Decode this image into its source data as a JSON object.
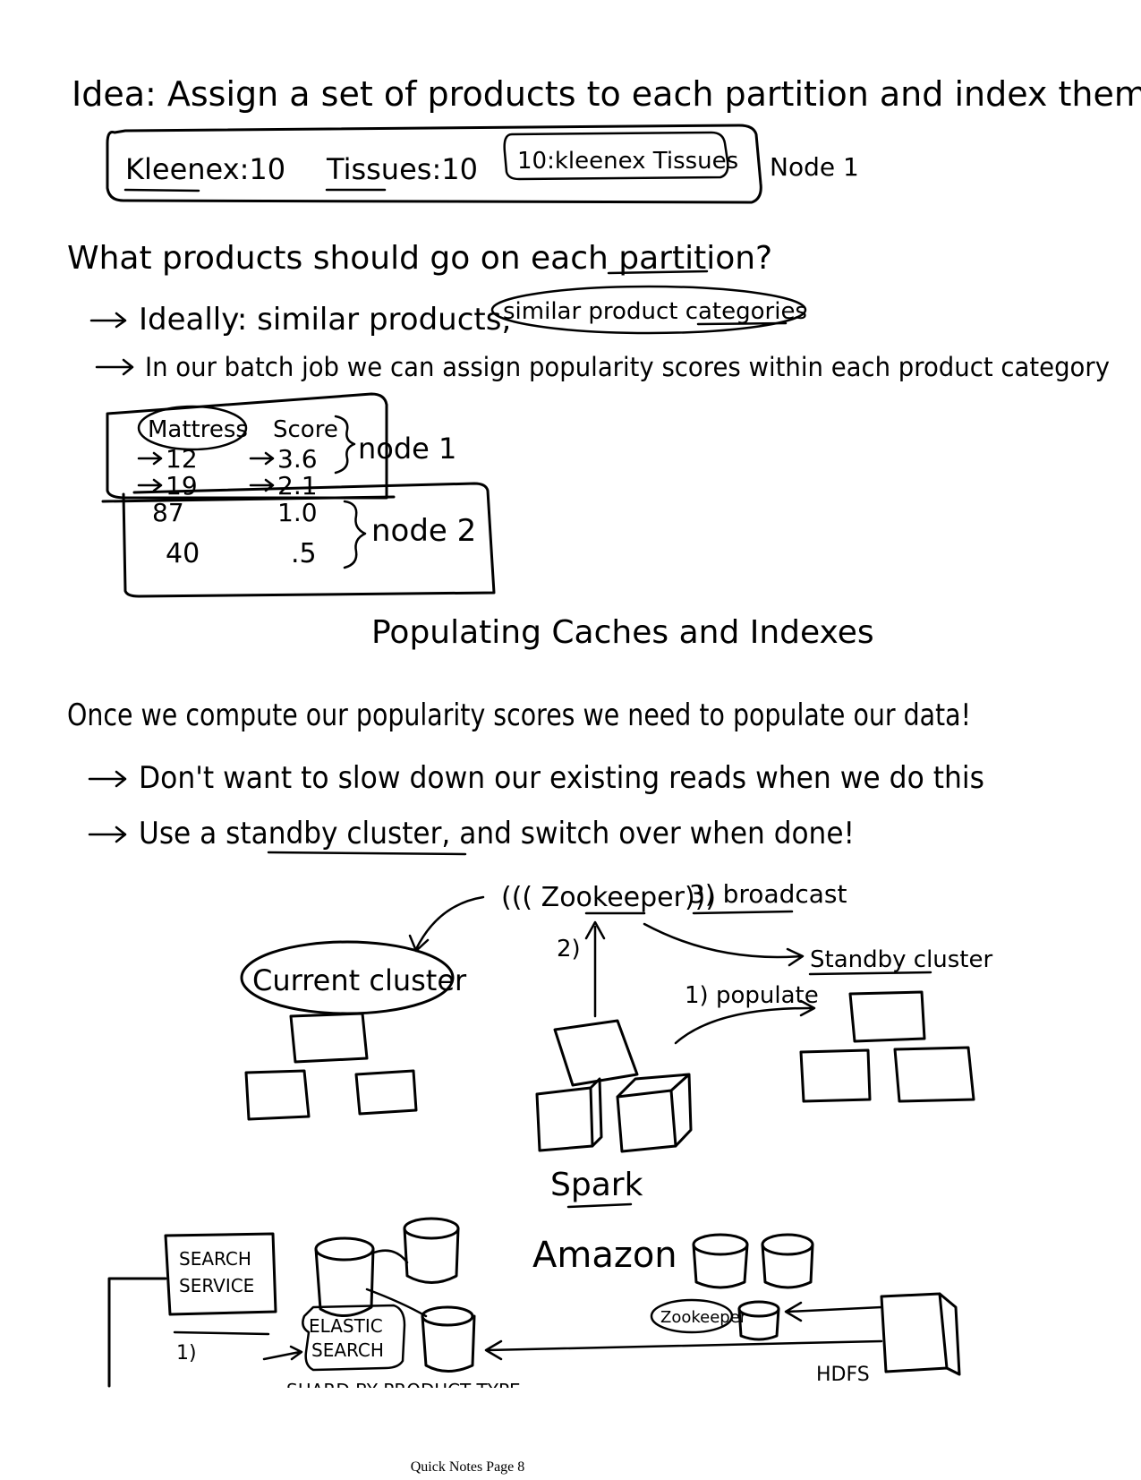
{
  "section1": {
    "idea": "Idea: Assign a set of products to each partition and index them",
    "box_items": [
      "Kleenex:10",
      "Tissues:10",
      "10:kleenex Tissues"
    ],
    "node_label": "Node 1"
  },
  "section2": {
    "question": "What products should go on each partition?",
    "bullet1_prefix": "Ideally: similar products,",
    "bullet1_circled": "similar product categories",
    "bullet2": "In our batch job we can assign popularity scores within each product category",
    "table": {
      "col1": "Mattress",
      "col2": "Score",
      "rows": [
        {
          "a": "12",
          "b": "3.6"
        },
        {
          "a": "19",
          "b": "2.1"
        },
        {
          "a": "87",
          "b": "1.0"
        },
        {
          "a": "40",
          "b": ".5"
        }
      ],
      "node1": "node 1",
      "node2": "node 2"
    }
  },
  "section3": {
    "title": "Populating Caches and Indexes",
    "intro": "Once we compute our popularity scores we need to populate our data!",
    "bullet1": "Don't want to slow down our existing reads when we do this",
    "bullet2": "Use a standby cluster, and switch over when done!"
  },
  "diagram": {
    "zookeeper": "((( Zookeeper)))",
    "broadcast": "3) broadcast",
    "step2": "2)",
    "current_cluster": "Current cluster",
    "standby_cluster": "Standby cluster",
    "populate": "1) populate",
    "spark": "Spark"
  },
  "amazon": {
    "title": "Amazon",
    "search_line1": "SEARCH",
    "search_line2": "SERVICE",
    "elastic_line1": "ELASTIC",
    "elastic_line2": "SEARCH",
    "step1": "1)",
    "zookeeper": "Zookeeper",
    "hdfs": "HDFS",
    "cut_text": "SHARD BY PRODUCT TYPE"
  },
  "footer": "Quick Notes Page 8"
}
